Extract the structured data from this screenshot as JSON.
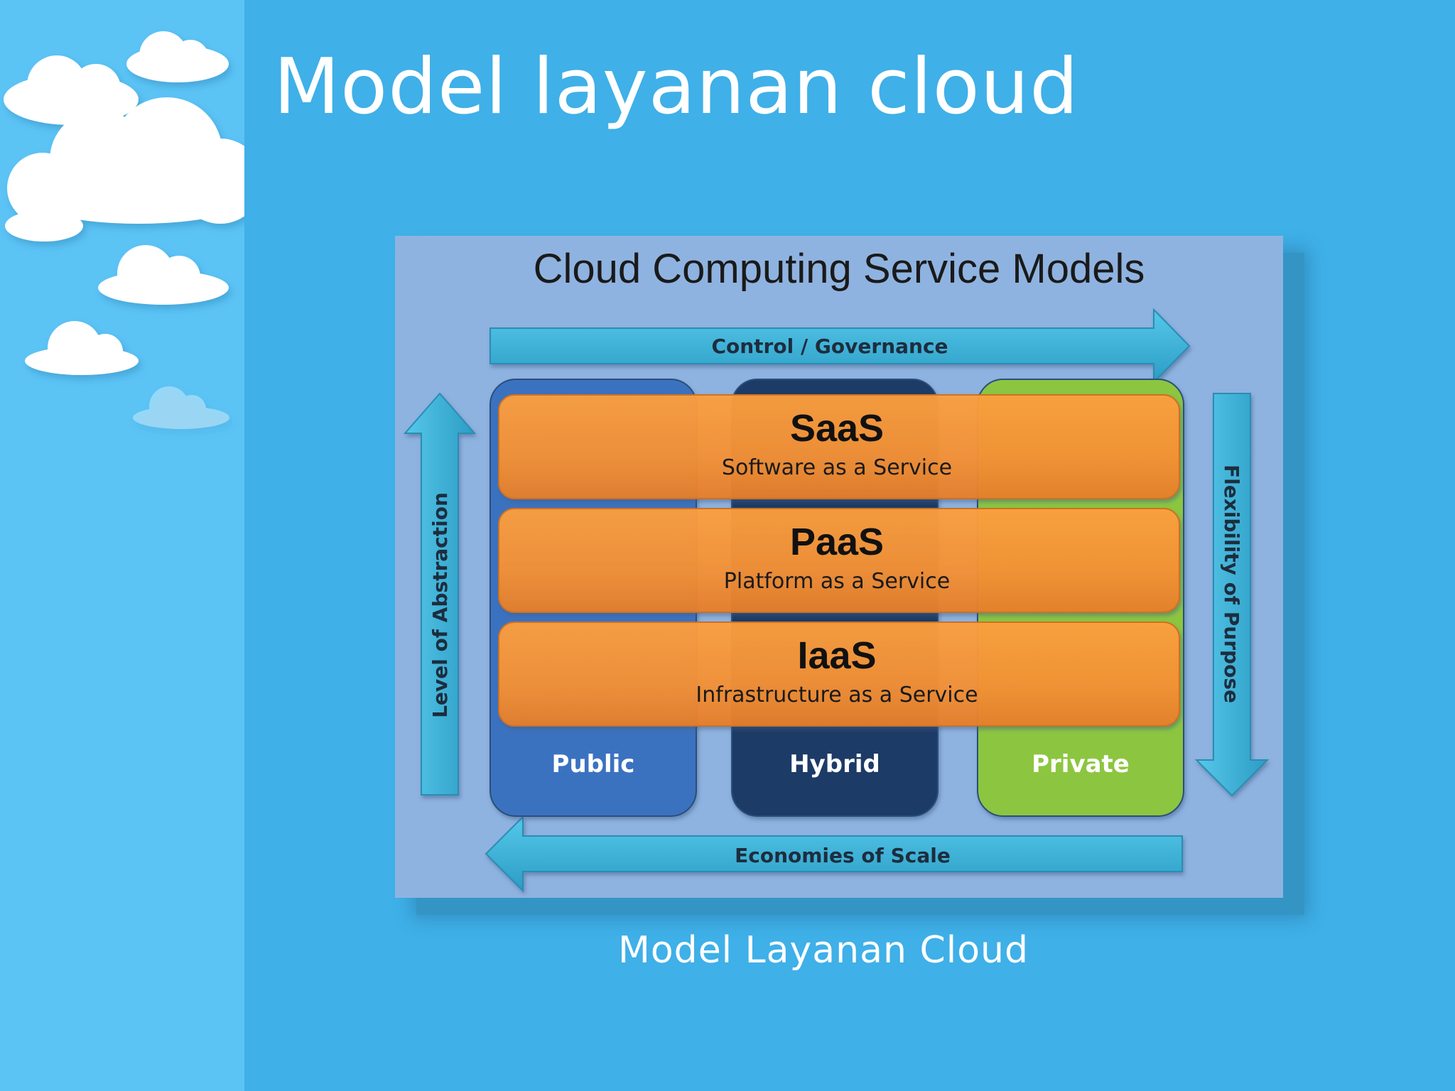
{
  "slide": {
    "title": "Model layanan cloud",
    "caption": "Model Layanan Cloud"
  },
  "diagram": {
    "title": "Cloud Computing Service Models",
    "top_arrow_label": "Control / Governance",
    "bottom_arrow_label": "Economies of Scale",
    "left_arrow_label": "Level of Abstraction",
    "right_arrow_label": "Flexibility of Purpose",
    "layers": [
      {
        "name": "SaaS",
        "desc": "Software as a Service"
      },
      {
        "name": "PaaS",
        "desc": "Platform as a Service"
      },
      {
        "name": "IaaS",
        "desc": "Infrastructure as a Service"
      }
    ],
    "deployments": [
      {
        "name": "Public",
        "color": "#3a72c0"
      },
      {
        "name": "Hybrid",
        "color": "#1d3a66"
      },
      {
        "name": "Private",
        "color": "#8cc63f"
      }
    ],
    "layer_color": "#f7922f",
    "arrow_color": "#3bb6d8"
  }
}
